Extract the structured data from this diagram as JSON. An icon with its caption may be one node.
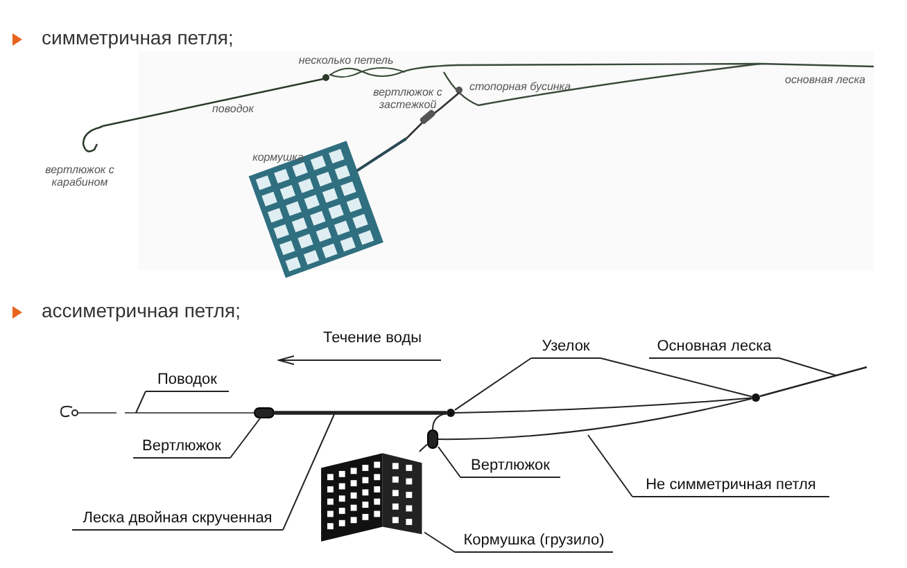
{
  "diagram": {
    "nodes": [
      {
        "text": [
          "Поводок"
        ]
      },
      {
        "text": [
          "Вертлюжок"
        ]
      },
      {
        "text": [
          "Леска двойная скрученная"
        ]
      },
      {
        "text": [
          "Узелок"
        ]
      },
      {
        "text": [
          "Основная леска"
        ]
      },
      {
        "text": [
          "Вертлюжок"
        ]
      },
      {
        "text": [
          "Не симметричная петля"
        ]
      },
      {
        "text": [
          "Кормушка (грузило)"
        ]
      },
      {
        "text": [],
        "shape": "swivel"
      },
      {
        "text": [],
        "shape": "swivel"
      },
      {
        "text": [],
        "shape": "circle"
      },
      {
        "text": [],
        "shape": "circle"
      },
      {
        "text": [],
        "shape": "picture"
      }
    ],
    "edges": [
      {
        "from": 0,
        "to": null,
        "arrow": "none"
      },
      {
        "from": 1,
        "to": 8,
        "arrow": "none"
      },
      {
        "from": 2,
        "to": null,
        "arrow": "none"
      },
      {
        "from": 3,
        "to": 10,
        "arrow": "none"
      },
      {
        "from": 3,
        "to": 11,
        "arrow": "none"
      },
      {
        "from": 4,
        "to": null,
        "arrow": "none"
      },
      {
        "from": 5,
        "to": 9,
        "arrow": "none"
      },
      {
        "from": 6,
        "to": null,
        "arrow": "none"
      },
      {
        "from": 7,
        "to": 12,
        "arrow": "none"
      },
      {
        "from": 8,
        "to": 10,
        "arrow": "none",
        "style": "thick"
      },
      {
        "from": 10,
        "to": 11,
        "arrow": "none"
      },
      {
        "from": 10,
        "to": 9,
        "arrow": "none"
      },
      {
        "from": 9,
        "to": 11,
        "arrow": "none"
      },
      {
        "from": 9,
        "to": 12,
        "arrow": "none"
      }
    ],
    "labels": [
      "симметричная петля;",
      "несколько петель",
      "основная леска",
      "стопорная бусинка",
      "вертлюжок с застежкой",
      "поводок",
      "кормушка",
      "вертлюжок с карабином",
      "ассиметричная петля;",
      "Течение воды"
    ]
  }
}
